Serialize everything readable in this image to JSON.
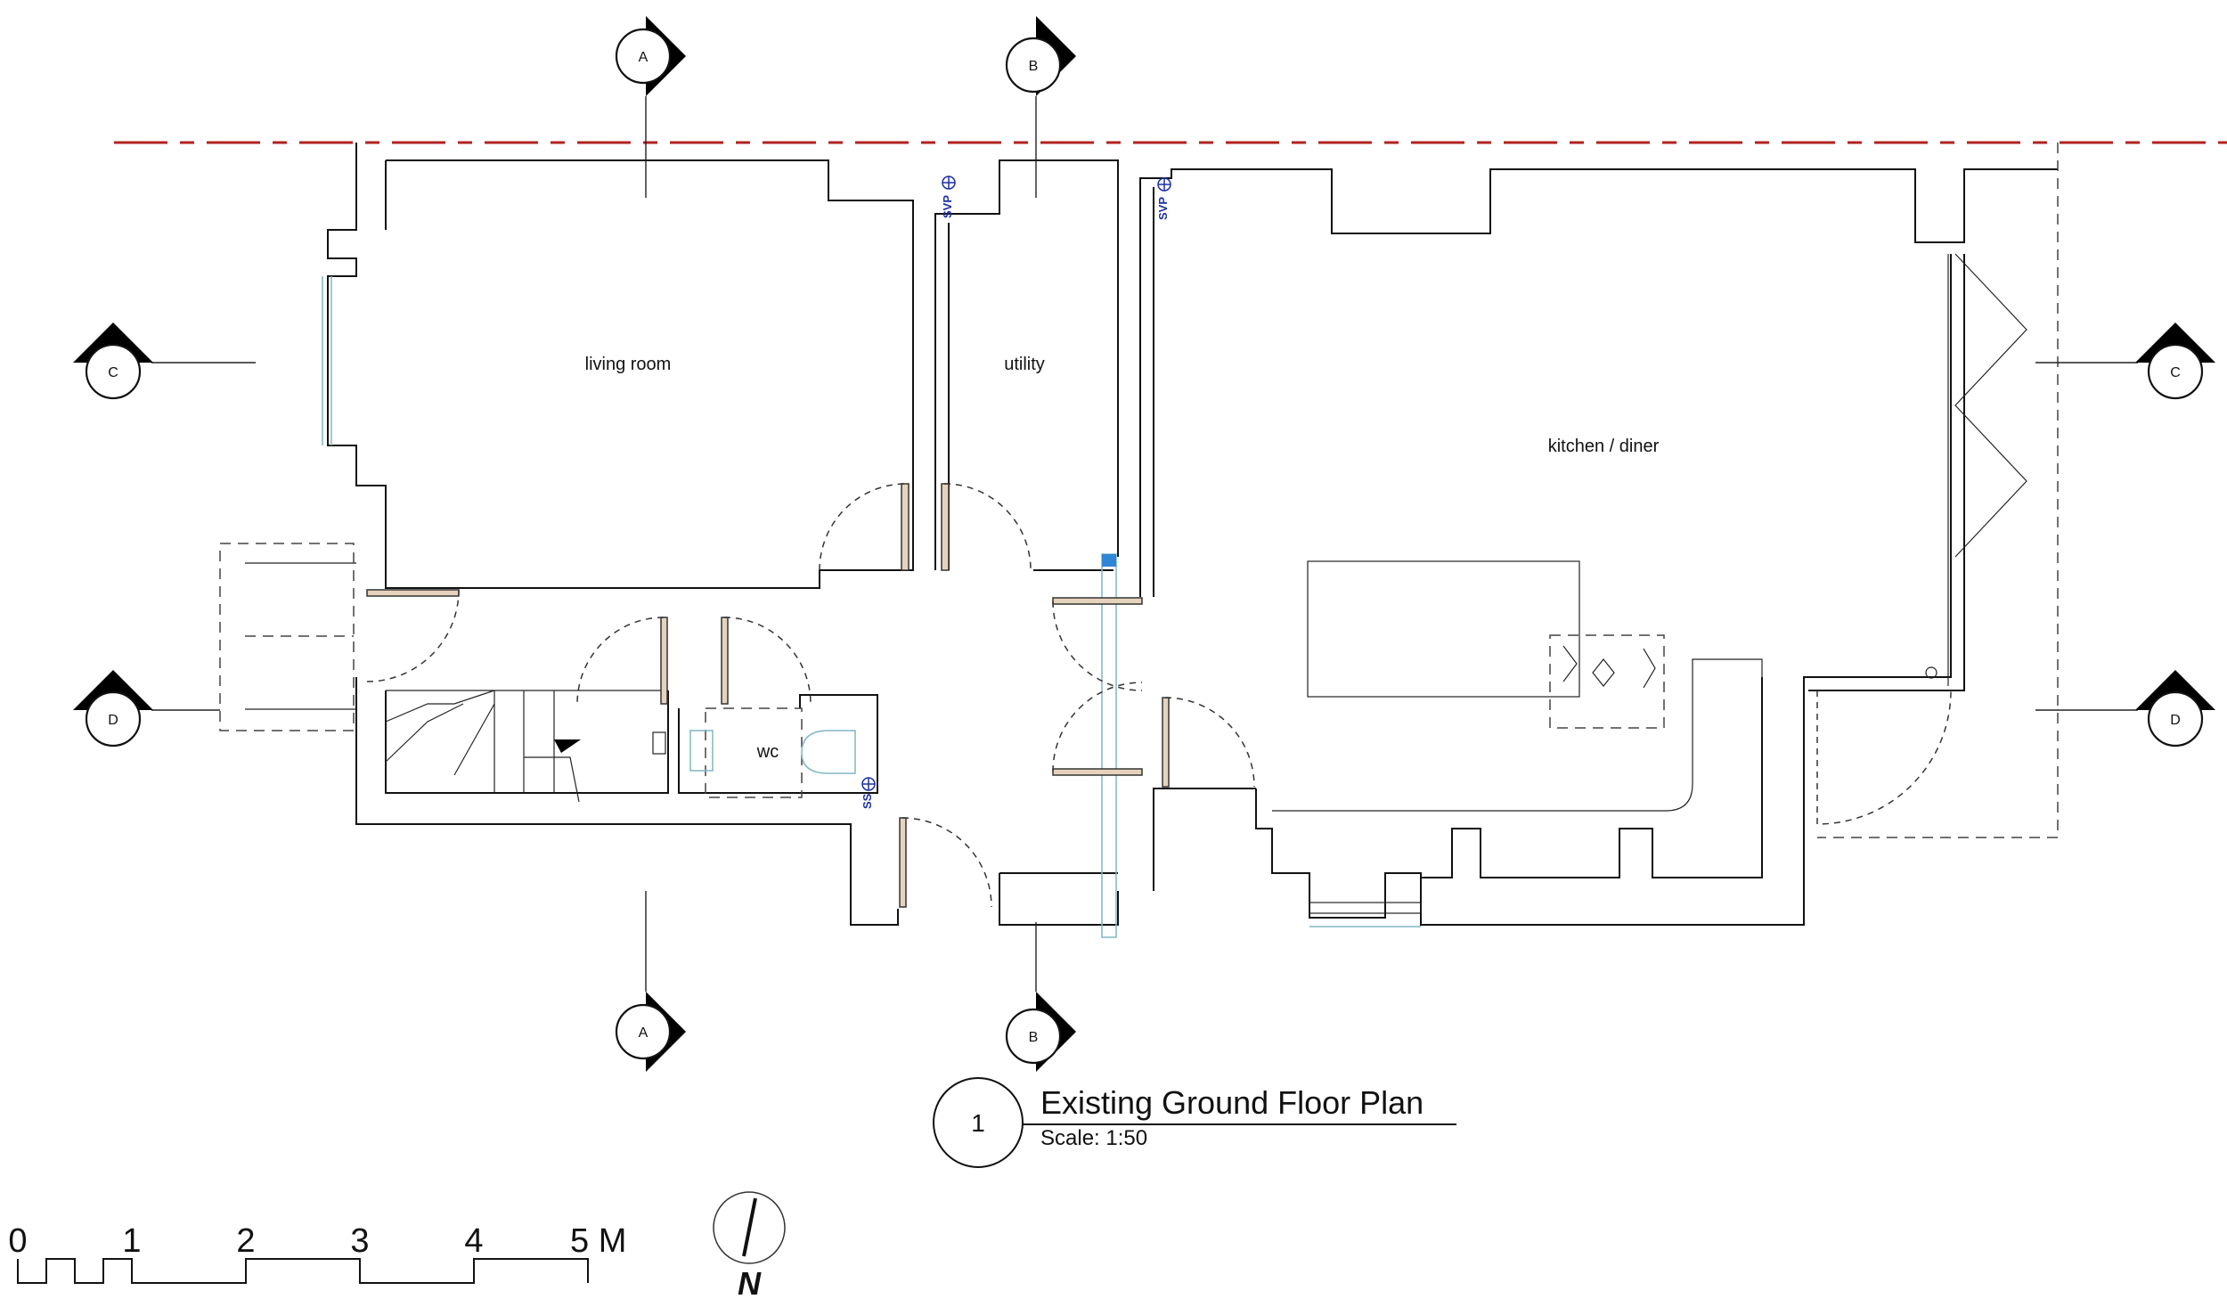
{
  "rooms": {
    "living_room": "living room",
    "utility": "utility",
    "kitchen_diner": "kitchen / diner",
    "wc": "wc"
  },
  "drainage": {
    "svp_1": "SVP",
    "svp_2": "SVP",
    "ss": "SS"
  },
  "sections": {
    "a_top": "A",
    "a_bottom": "A",
    "b_top": "B",
    "b_bottom": "B",
    "c_left": "C",
    "c_right": "C",
    "d_left": "D",
    "d_right": "D"
  },
  "title_block": {
    "number": "1",
    "title": "Existing Ground Floor Plan",
    "scale": "Scale: 1:50"
  },
  "scale_bar": {
    "labels": [
      "0",
      "1",
      "2",
      "3",
      "4",
      "5 M"
    ]
  },
  "north_arrow": {
    "label": "N"
  }
}
